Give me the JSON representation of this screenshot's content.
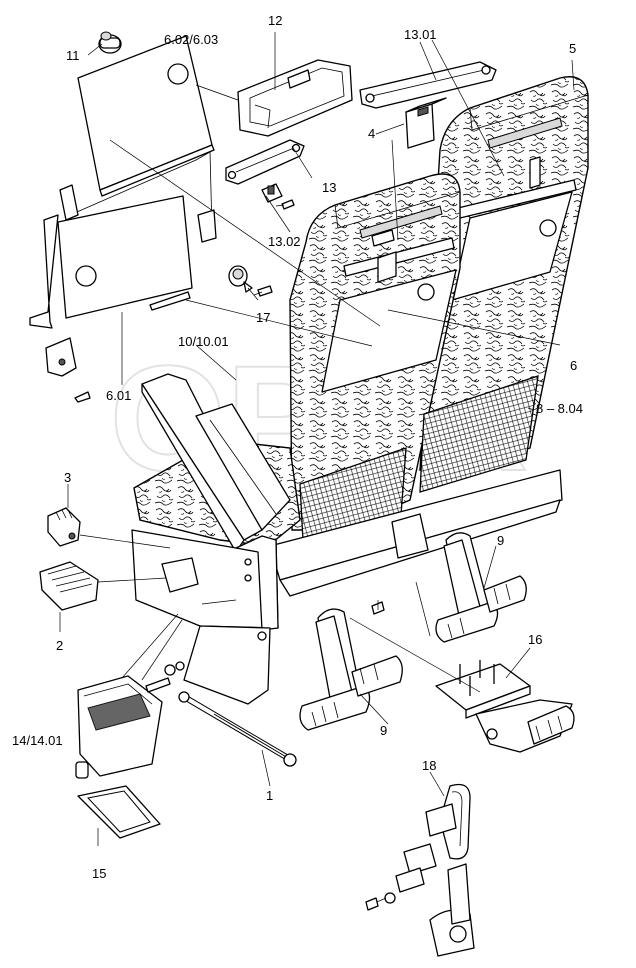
{
  "labels": {
    "l11": "11",
    "l602": "6.02/6.03",
    "l12": "12",
    "l1301": "13.01",
    "l5": "5",
    "l4": "4",
    "l13": "13",
    "l1302": "13.02",
    "l17": "17",
    "l1001": "10/10.01",
    "l6": "6",
    "l601": "6.01",
    "l808": "8 – 8.04",
    "l3": "3",
    "l2": "2",
    "l9a": "9",
    "l9b": "9",
    "l16": "16",
    "l1401": "14/14.01",
    "l1": "1",
    "l15": "15",
    "l18": "18"
  },
  "watermark": "OPEX",
  "colors": {
    "line": "#000000",
    "background": "#ffffff",
    "watermark": "#e6e6e6"
  }
}
